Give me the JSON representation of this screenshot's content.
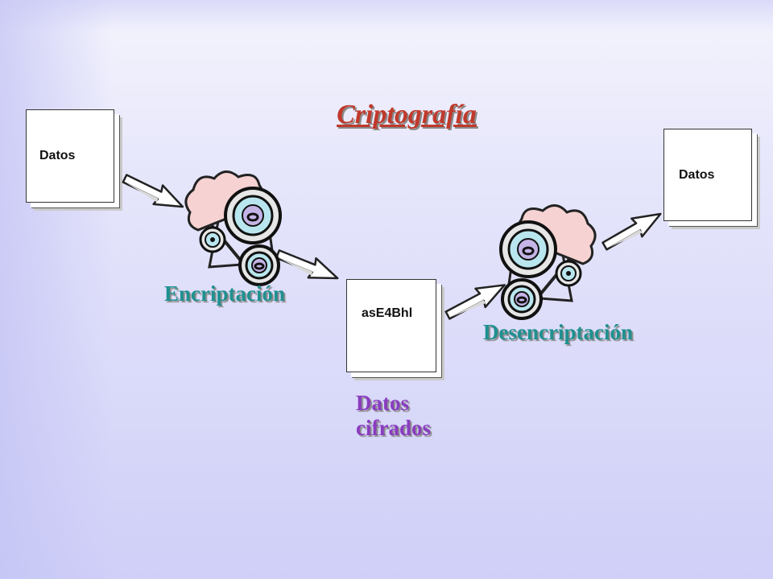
{
  "title": "Criptografía",
  "documents": {
    "original": "Datos",
    "encrypted": "asE4Bhl",
    "decrypted": "Datos"
  },
  "labels": {
    "encrypt": "Encriptación",
    "decrypt": "Desencriptación",
    "cipher_line1": "Datos",
    "cipher_line2": "cifrados"
  },
  "colors": {
    "title": "#c0392b",
    "encrypt_label": "#1f9090",
    "cipher_label": "#8a3cc0"
  },
  "icons": {
    "encrypt": "gears-icon",
    "decrypt": "gears-icon",
    "arrow": "arrow-icon"
  }
}
